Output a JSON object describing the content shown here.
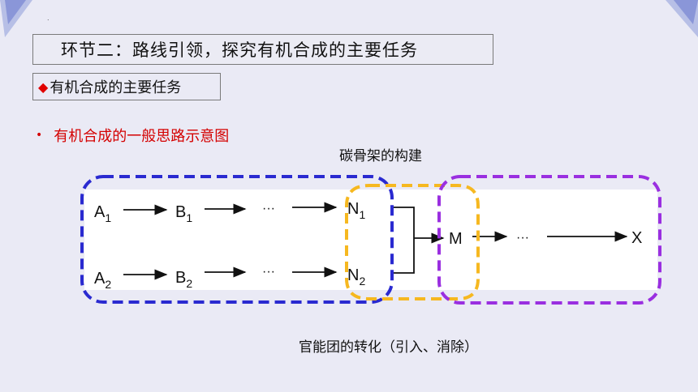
{
  "title": "环节二：路线引领，探究有机合成的主要任务",
  "subtitle": "有机合成的主要任务",
  "subtitle_marker": "◆",
  "bullet": "有机合成的一般思路示意图",
  "bullet_marker": "•",
  "label_top": "碳骨架的构建",
  "label_bottom": "官能团的转化（引入、消除）",
  "diagram": {
    "row1": {
      "a": "A",
      "a_sub": "1",
      "b": "B",
      "b_sub": "1",
      "dots": "···",
      "n": "N",
      "n_sub": "1"
    },
    "row2": {
      "a": "A",
      "a_sub": "2",
      "b": "B",
      "b_sub": "2",
      "dots": "···",
      "n": "N",
      "n_sub": "2"
    },
    "m": "M",
    "m_dots": "···",
    "x": "X"
  },
  "colors": {
    "blue": "#2a2ad0",
    "orange": "#f6b820",
    "purple": "#9a2fe0",
    "red": "#d40000"
  }
}
